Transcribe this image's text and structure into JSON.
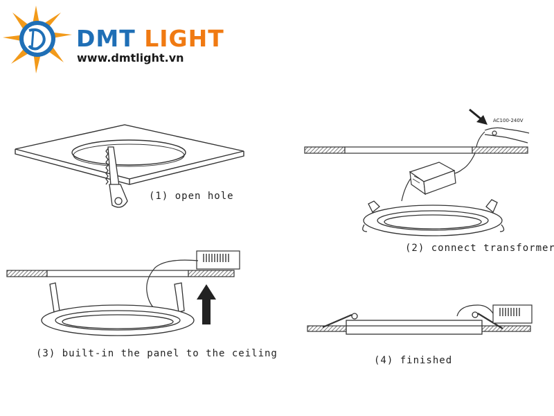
{
  "logo": {
    "brand_part1": "DMT",
    "brand_part2": "LIGHT",
    "url": "www.dmtlight.vn",
    "colors": {
      "blue": "#1f6fb6",
      "orange": "#f07a12",
      "sun": "#f29a1a"
    }
  },
  "steps": [
    {
      "caption": "(1) open hole"
    },
    {
      "caption": "(2) connect transformer",
      "voltage_label": "AC100-240V"
    },
    {
      "caption": "(3) built-in the panel to the ceiling"
    },
    {
      "caption": "(4) finished"
    }
  ]
}
